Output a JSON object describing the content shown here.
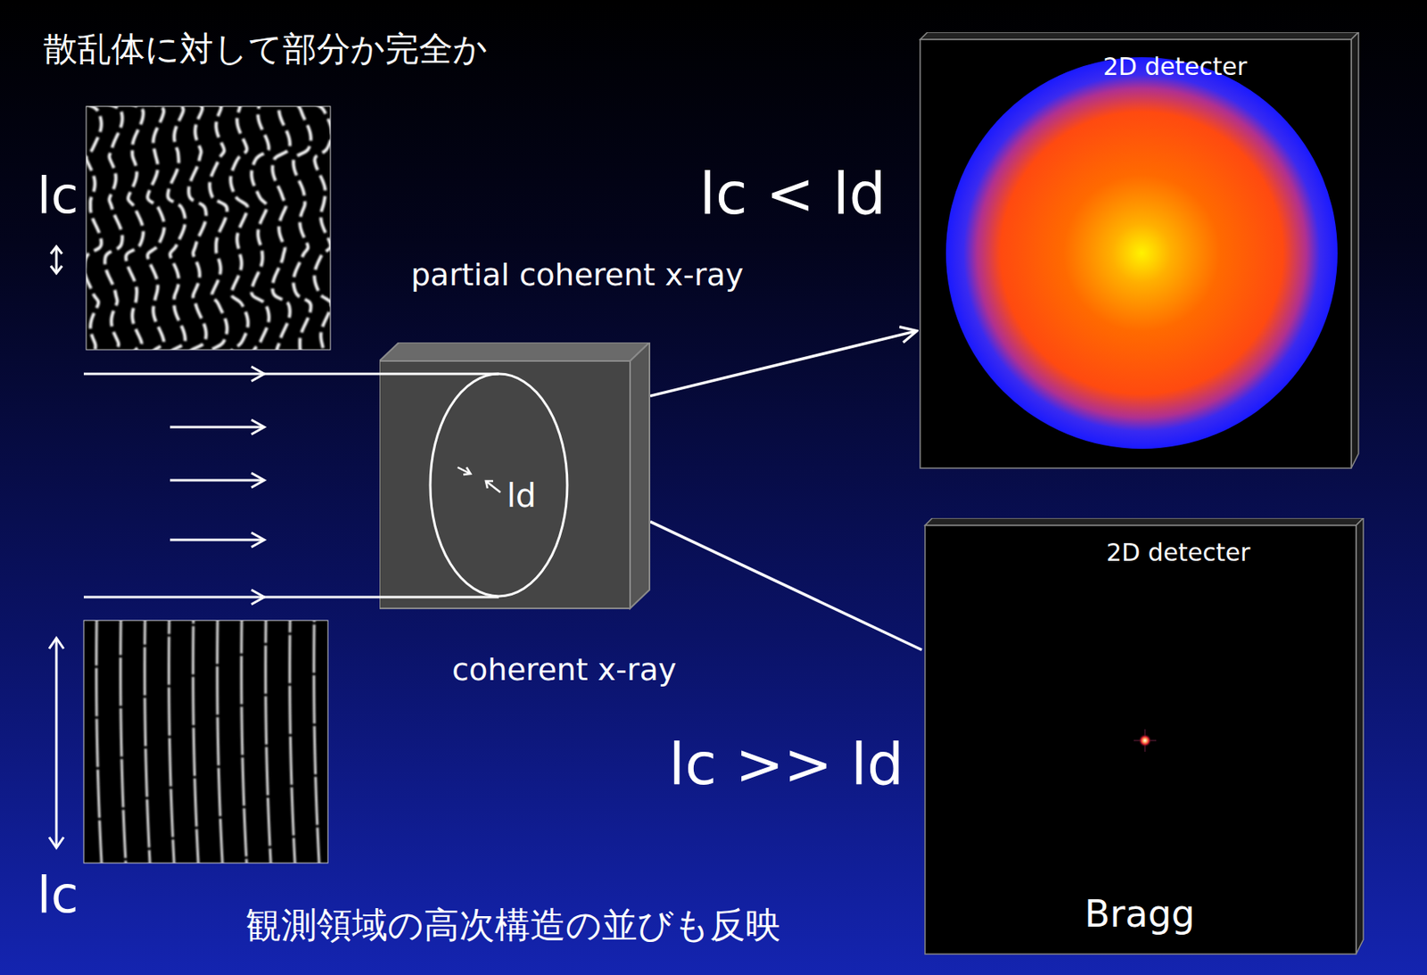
{
  "diagram": {
    "title": "散乱体に対して部分か完全か",
    "caption": "観測領域の高次構造の並びも反映",
    "nodes": [
      {
        "text": [
          "ld"
        ]
      },
      {
        "text": [
          "2D detecter"
        ]
      },
      {
        "text": [
          "2D detecter",
          "Bragg"
        ]
      }
    ],
    "edges": [
      {
        "from": 0,
        "to": 1,
        "arrow": "to"
      },
      {
        "from": 0,
        "to": 2,
        "arrow": "none"
      }
    ],
    "labels": [
      "lc",
      "partial coherent x-ray",
      "lc < ld",
      "coherent x-ray",
      "lc",
      "lc >> ld"
    ]
  }
}
